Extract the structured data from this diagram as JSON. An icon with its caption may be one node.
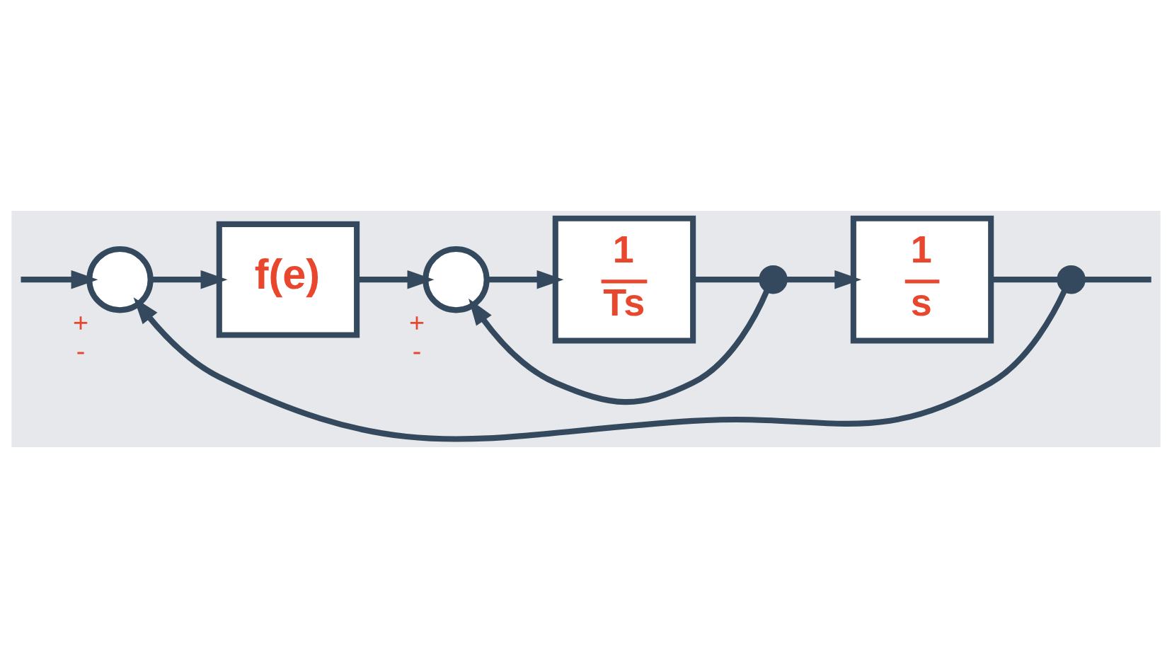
{
  "diagram": {
    "nodes": [
      {
        "text": [],
        "shape": "circle",
        "beside": [
          "+",
          "-"
        ]
      },
      {
        "text": [
          "f(e)"
        ]
      },
      {
        "text": [],
        "shape": "circle",
        "beside": [
          "+",
          "-"
        ]
      },
      {
        "text": [
          "1",
          "Ts"
        ]
      },
      {
        "text": [],
        "shape": "dot"
      },
      {
        "text": [
          "1",
          "s"
        ]
      },
      {
        "text": [],
        "shape": "dot"
      }
    ],
    "edges": [
      {
        "from": null,
        "to": 0,
        "arrow": "to"
      },
      {
        "from": 0,
        "to": 1,
        "arrow": "to"
      },
      {
        "from": 1,
        "to": 2,
        "arrow": "to"
      },
      {
        "from": 2,
        "to": 3,
        "arrow": "to"
      },
      {
        "from": 3,
        "to": 4,
        "arrow": "none"
      },
      {
        "from": 4,
        "to": 5,
        "arrow": "to"
      },
      {
        "from": 5,
        "to": 6,
        "arrow": "none"
      },
      {
        "from": 6,
        "to": null,
        "arrow": "none"
      },
      {
        "from": 4,
        "to": 2,
        "arrow": "to"
      },
      {
        "from": 6,
        "to": 0,
        "arrow": "to"
      }
    ]
  }
}
